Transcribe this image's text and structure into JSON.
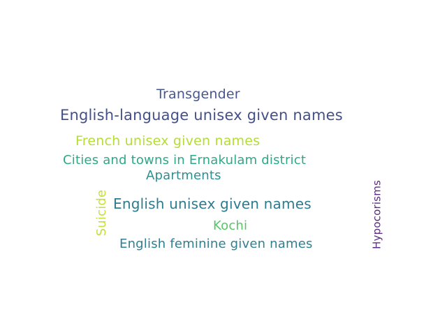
{
  "words": [
    {
      "text": "Transgender",
      "color": "#46578f"
    },
    {
      "text": "English-language unisex given names",
      "color": "#44508a"
    },
    {
      "text": "French unisex given names",
      "color": "#b5dc38"
    },
    {
      "text": "Cities and towns in Ernakulam district",
      "color": "#2ea887"
    },
    {
      "text": "Apartments",
      "color": "#2e8f8d"
    },
    {
      "text": "Suicide",
      "color": "#c2df3c"
    },
    {
      "text": "English unisex given names",
      "color": "#2d7b8e"
    },
    {
      "text": "Hypocorisms",
      "color": "#5a2b7e"
    },
    {
      "text": "Kochi",
      "color": "#58c46a"
    },
    {
      "text": "English feminine given names",
      "color": "#2f7f90"
    }
  ]
}
